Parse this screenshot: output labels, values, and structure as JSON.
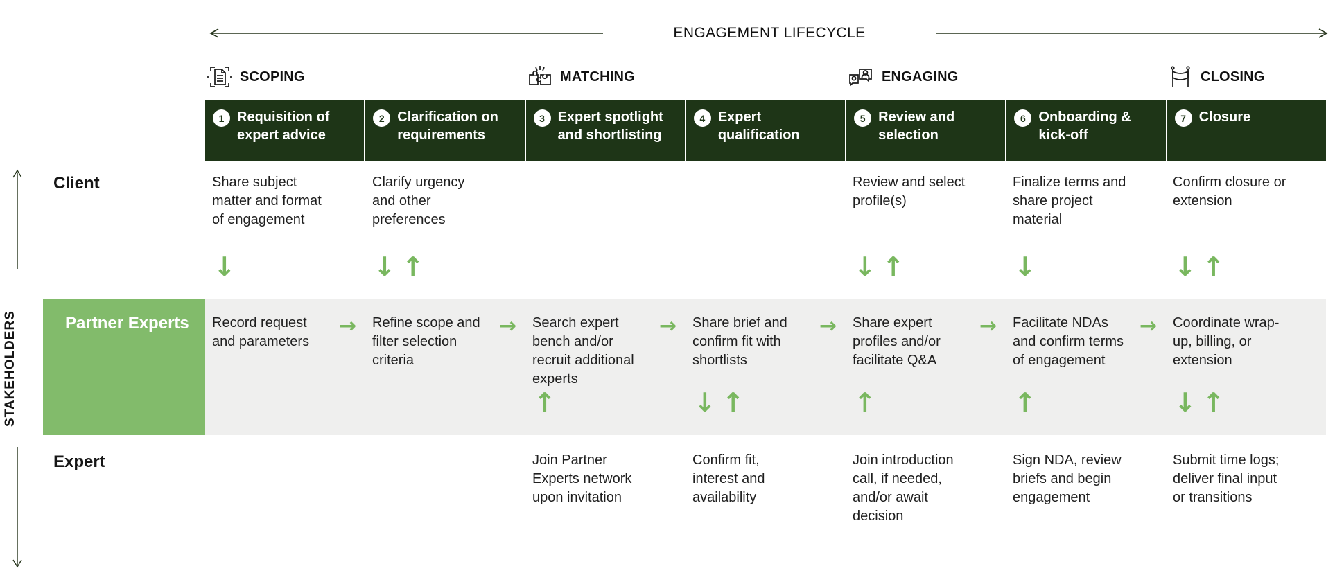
{
  "header": {
    "title": "ENGAGEMENT LIFECYCLE"
  },
  "stakeholders_label": "STAKEHOLDERS",
  "phases": [
    {
      "label": "SCOPING",
      "icon": "scoping-document-icon"
    },
    {
      "label": "MATCHING",
      "icon": "matching-puzzle-icon"
    },
    {
      "label": "ENGAGING",
      "icon": "engaging-chat-icon"
    },
    {
      "label": "CLOSING",
      "icon": "closing-flag-icon"
    }
  ],
  "steps": [
    {
      "num": "1",
      "title": "Requisition of expert advice"
    },
    {
      "num": "2",
      "title": "Clarification on requirements"
    },
    {
      "num": "3",
      "title": "Expert spotlight and shortlisting"
    },
    {
      "num": "4",
      "title": "Expert qualification"
    },
    {
      "num": "5",
      "title": "Review and selection"
    },
    {
      "num": "6",
      "title": "Onboarding & kick-off"
    },
    {
      "num": "7",
      "title": "Closure"
    }
  ],
  "rows": {
    "client": {
      "label": "Client",
      "cells": [
        "Share subject matter and format of engagement",
        "Clarify urgency and other preferences",
        "",
        "",
        "Review and select profile(s)",
        "Finalize terms and share project material",
        "Confirm closure or extension"
      ]
    },
    "partner": {
      "label": "Partner Experts",
      "cells": [
        "Record request and parameters",
        "Refine scope and filter selection criteria",
        "Search expert bench and/or recruit additional experts",
        "Share brief and confirm fit with shortlists",
        "Share expert profiles and/or facilitate Q&A",
        "Facilitate NDAs and confirm terms of engagement",
        "Coordinate wrap-up, billing, or extension"
      ]
    },
    "expert": {
      "label": "Expert",
      "cells": [
        "",
        "",
        "Join Partner Experts network upon invitation",
        "Confirm fit, interest and availability",
        "Join introduction call, if needed, and/or await decision",
        "Sign NDA, review briefs and begin engagement",
        "Submit time logs; deliver final input or transitions"
      ]
    }
  },
  "arrows": {
    "client_partner": [
      "↓",
      "↓↑",
      "",
      "",
      "↓↑",
      "↓",
      "↓↑"
    ],
    "partner_expert": [
      "",
      "",
      "↑",
      "↓↑",
      "↑",
      "↑",
      "↓↑"
    ],
    "flow": "→"
  },
  "colors": {
    "step_bar_green": "#1E3517",
    "accent_arrow_green": "#79B75F",
    "partner_box_green": "#82BB6B",
    "band_gray": "#EFEFEE"
  }
}
